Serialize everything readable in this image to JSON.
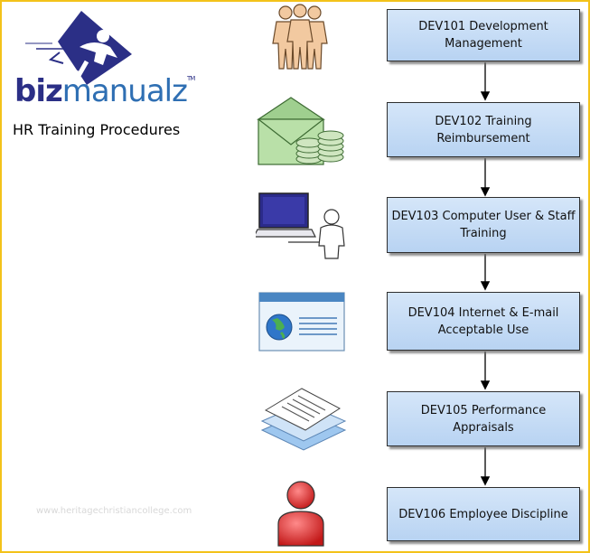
{
  "brand": {
    "logo_part1": "biz",
    "logo_part2": "manualz",
    "logo_tm": "TM"
  },
  "subtitle": "HR Training Procedures",
  "watermark": "www.heritagechristiancollege.com",
  "steps": [
    {
      "label": "DEV101 Development Management",
      "icon": "people-group-icon"
    },
    {
      "label": "DEV102 Training Reimbursement",
      "icon": "envelope-coins-icon"
    },
    {
      "label": "DEV103 Computer User & Staff Training",
      "icon": "computer-user-icon"
    },
    {
      "label": "DEV104 Internet & E-mail Acceptable Use",
      "icon": "web-browser-globe-icon"
    },
    {
      "label": "DEV105 Performance Appraisals",
      "icon": "document-stack-icon"
    },
    {
      "label": "DEV106 Employee Discipline",
      "icon": "red-person-icon"
    }
  ],
  "colors": {
    "box_fill": "#c7dcf5",
    "frame_border": "#f3c21a",
    "logo_dark": "#2b2f86",
    "logo_light": "#2f6fb3"
  }
}
